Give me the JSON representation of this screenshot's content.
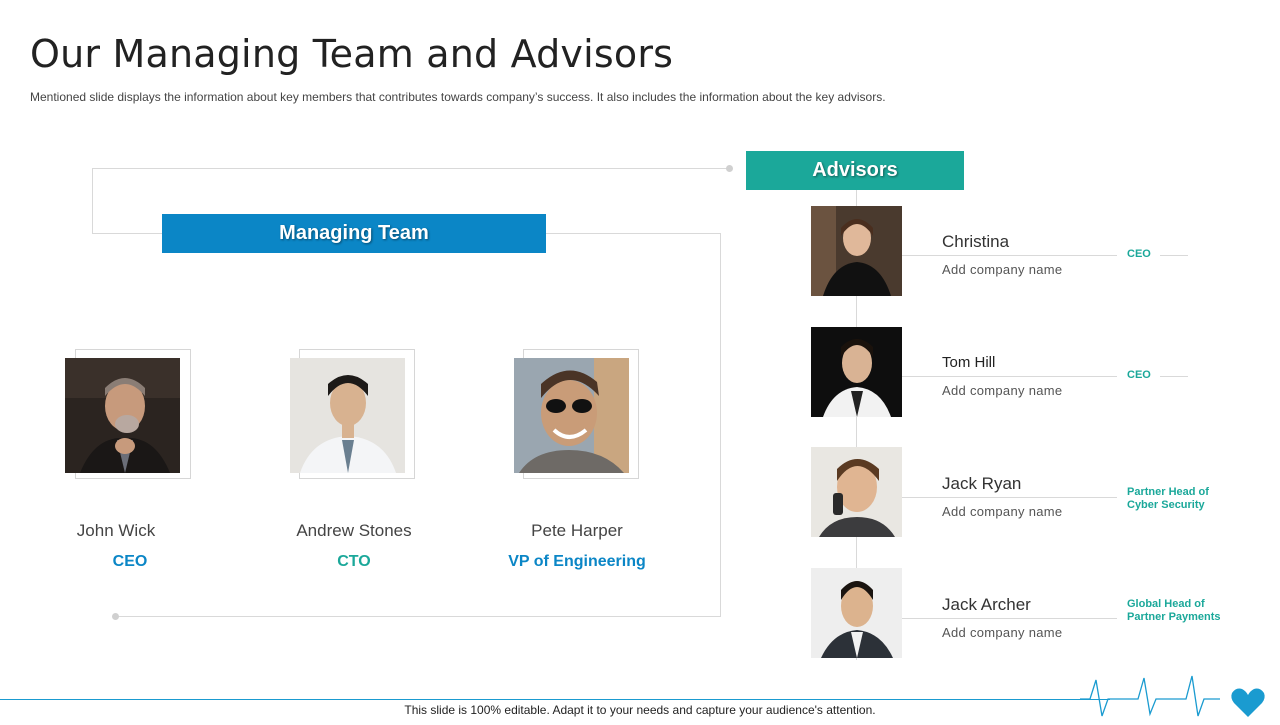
{
  "title": "Our Managing Team and Advisors",
  "subtitle": "Mentioned slide displays the information about key members that contributes towards company’s success. It also includes the information about the key advisors.",
  "managing_team": {
    "heading": "Managing Team",
    "members": [
      {
        "name": "John Wick",
        "role": "CEO",
        "role_color": "#0b86c6"
      },
      {
        "name": "Andrew Stones",
        "role": "CTO",
        "role_color": "#1ba89a"
      },
      {
        "name": "Pete Harper",
        "role": "VP of Engineering",
        "role_color": "#0b86c6"
      }
    ]
  },
  "advisors": {
    "heading": "Advisors",
    "items": [
      {
        "name": "Christina",
        "company": "Add company name",
        "role": "CEO"
      },
      {
        "name": "Tom Hill",
        "company": "Add company name",
        "role": "CEO"
      },
      {
        "name": "Jack Ryan",
        "company": "Add company name",
        "role": "Partner Head of Cyber Security"
      },
      {
        "name": "Jack Archer",
        "company": "Add company name",
        "role": "Global Head of Partner Payments"
      }
    ]
  },
  "footer": {
    "text": "This slide is 100% editable. Adapt it to your needs and capture your audience's attention."
  },
  "colors": {
    "blue": "#0b86c6",
    "teal": "#1ba89a",
    "heart": "#1a9bd0"
  }
}
